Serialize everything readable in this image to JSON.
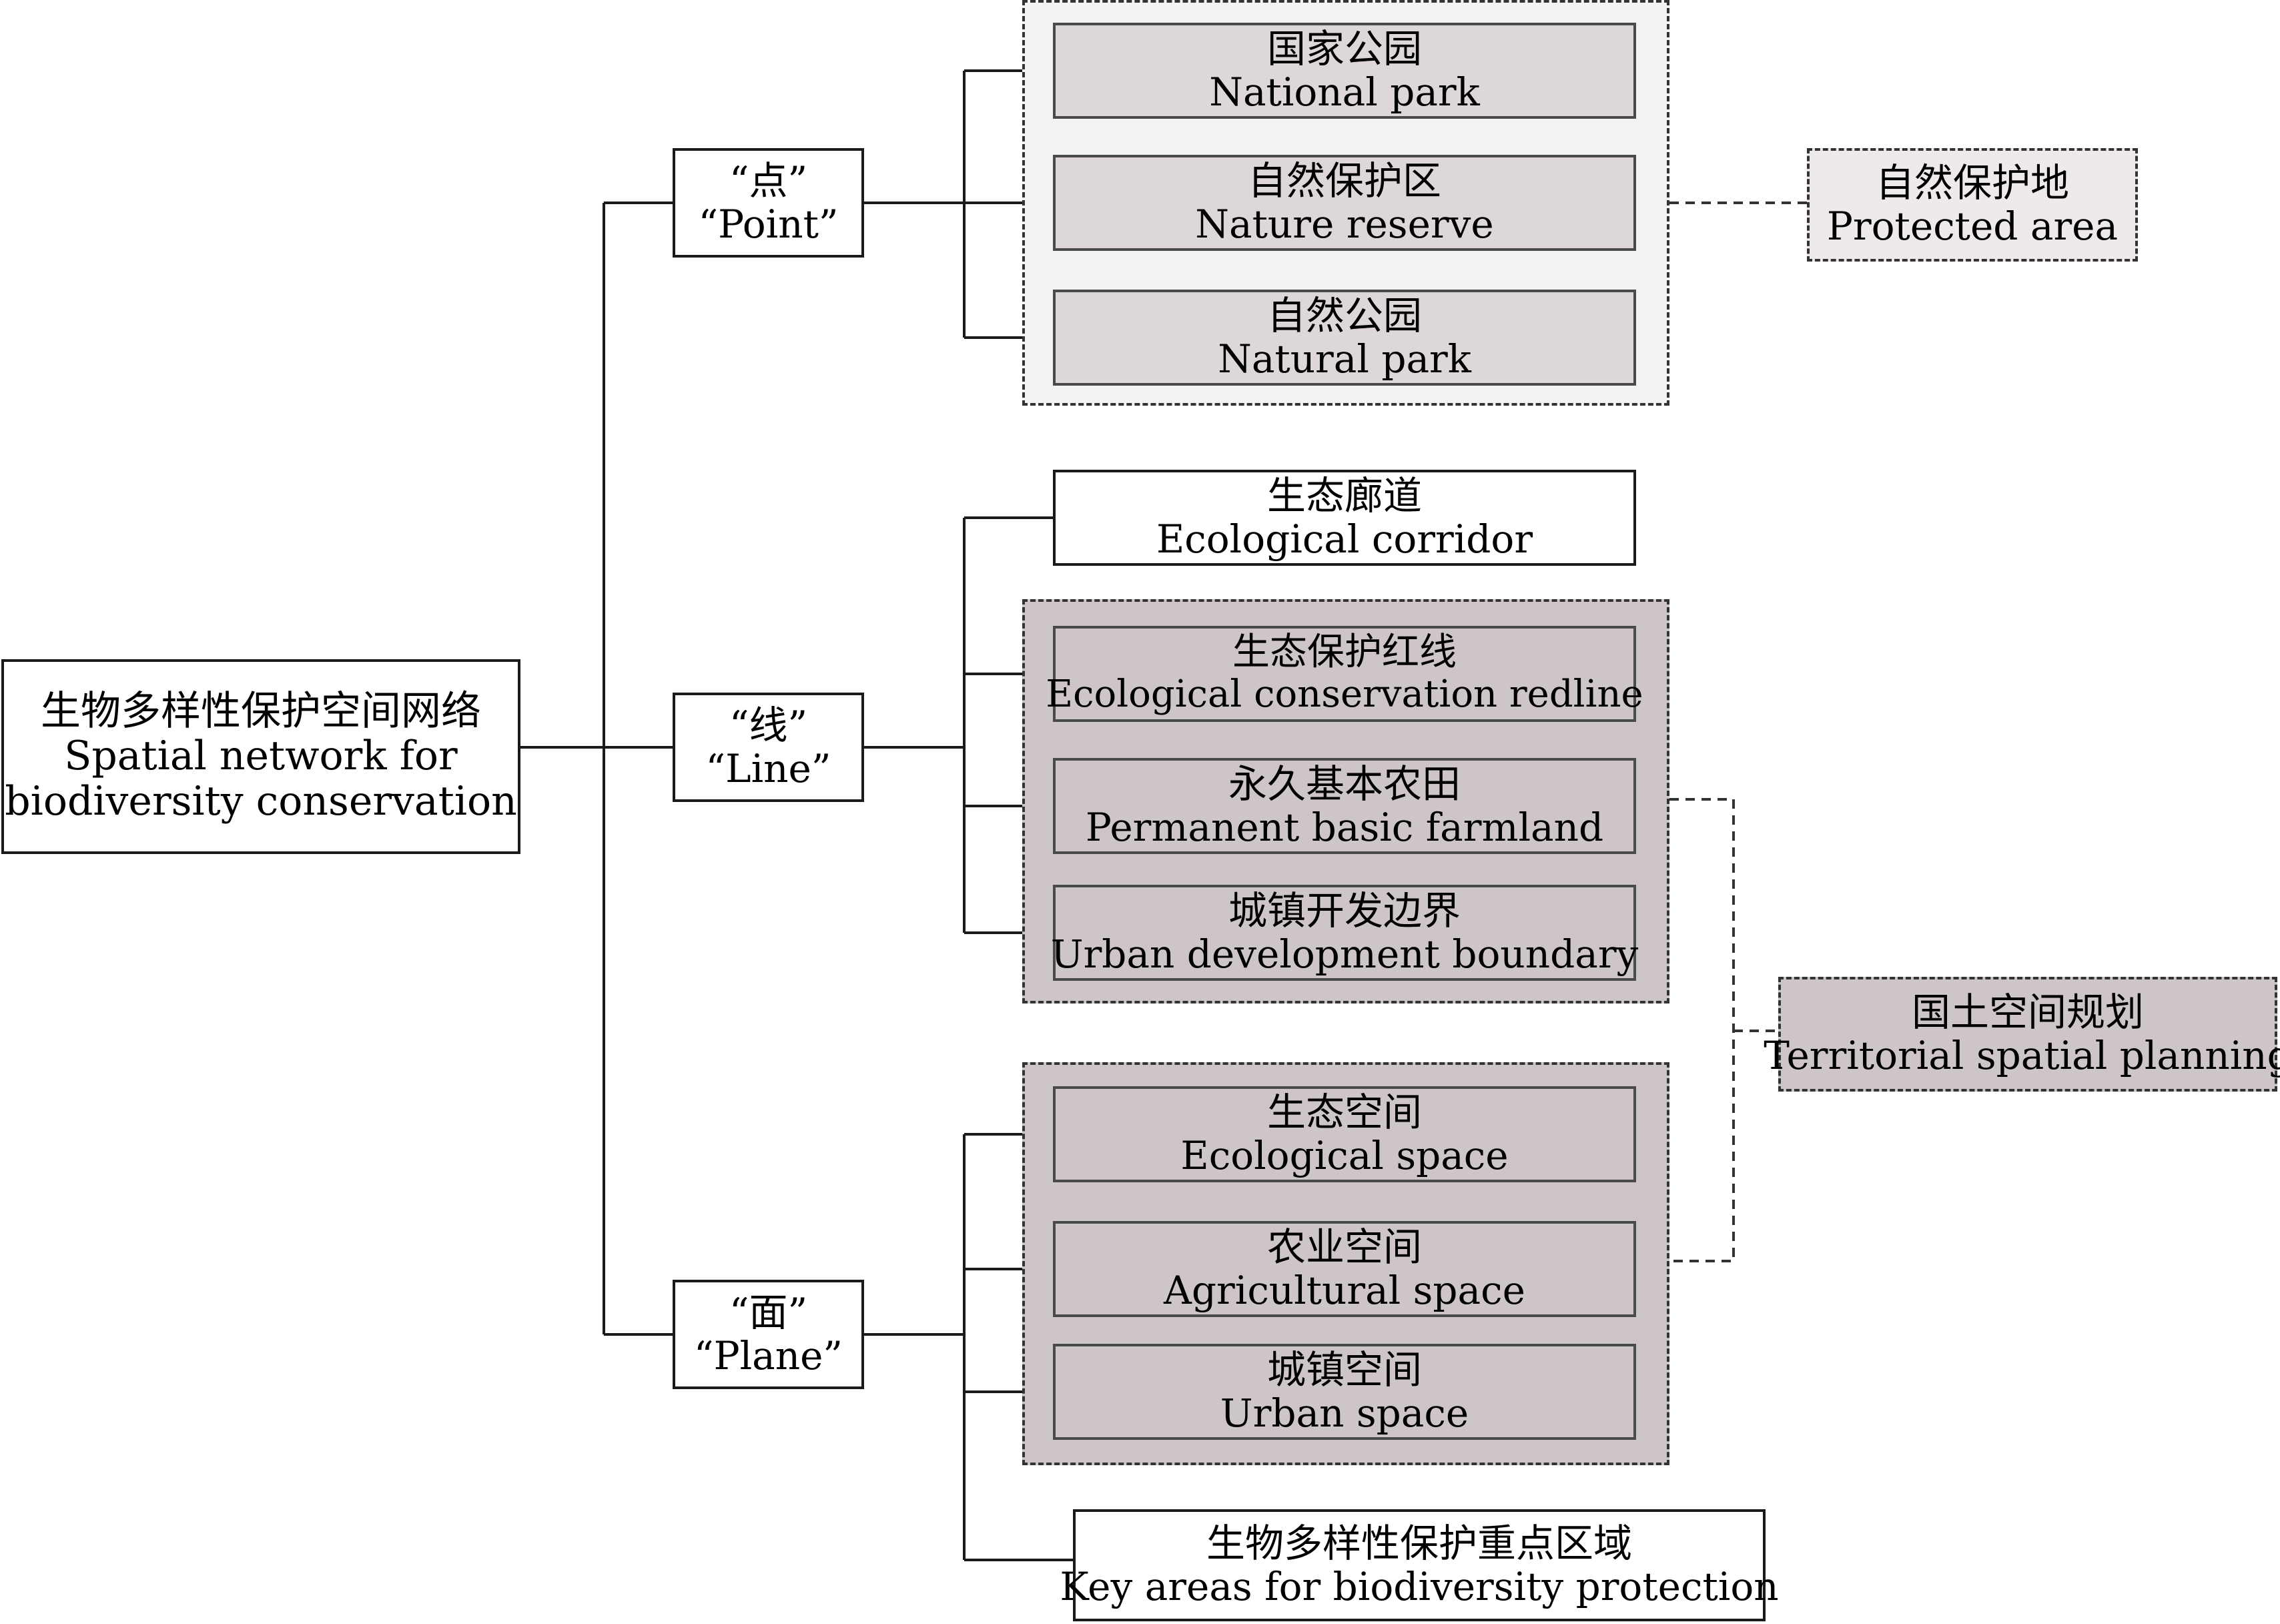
{
  "root": {
    "zh": "生物多样性保护空间网络",
    "en1": "Spatial network for",
    "en2": "biodiversity conservation"
  },
  "categories": {
    "point": {
      "zh": "“点”",
      "en": "“Point”"
    },
    "line": {
      "zh": "“线”",
      "en": "“Line”"
    },
    "plane": {
      "zh": "“面”",
      "en": "“Plane”"
    }
  },
  "point_items": [
    {
      "zh": "国家公园",
      "en": "National park"
    },
    {
      "zh": "自然保护区",
      "en": "Nature reserve"
    },
    {
      "zh": "自然公园",
      "en": "Natural park"
    }
  ],
  "line_items": [
    {
      "zh": "生态廊道",
      "en": "Ecological corridor"
    },
    {
      "zh": "生态保护红线",
      "en": "Ecological conservation redline"
    },
    {
      "zh": "永久基本农田",
      "en": "Permanent basic farmland"
    },
    {
      "zh": "城镇开发边界",
      "en": "Urban development boundary"
    }
  ],
  "plane_items": [
    {
      "zh": "生态空间",
      "en": "Ecological space"
    },
    {
      "zh": "农业空间",
      "en": "Agricultural space"
    },
    {
      "zh": "城镇空间",
      "en": "Urban space"
    },
    {
      "zh": "生物多样性保护重点区域",
      "en": "Key areas for biodiversity protection"
    }
  ],
  "groups": {
    "protected_area": {
      "zh": "自然保护地",
      "en": "Protected area"
    },
    "territorial_planning": {
      "zh": "国土空间规划",
      "en": "Territorial spatial planning"
    }
  },
  "colors": {
    "line": "#1a1a1a",
    "shade": "#cdc5ca",
    "light_shade": "#f4f2f3"
  }
}
